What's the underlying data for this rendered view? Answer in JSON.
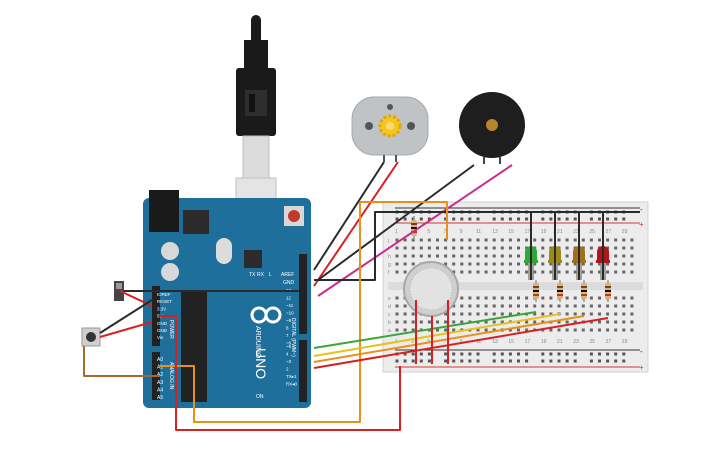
{
  "circuit": {
    "board": {
      "brand": "ARDUINO",
      "model": "UNO",
      "digital_label": "DIGITAL (PWM~)",
      "power_label": "POWER",
      "analog_label": "ANALOG IN",
      "on_label": "ON",
      "tx_label": "TX",
      "rx_label": "RX",
      "l_label": "L",
      "aref": "AREF",
      "gnd": "GND",
      "power_pins": [
        "IOREF",
        "RESET",
        "3.3V",
        "5V",
        "GND",
        "GND",
        "Vin"
      ],
      "analog_pins": [
        "A0",
        "A1",
        "A2",
        "A3",
        "A4",
        "A5"
      ],
      "digital_pins": [
        "13",
        "12",
        "~11",
        "~10",
        "~9",
        "8",
        "7",
        "~6",
        "~5",
        "4",
        "~3",
        "2",
        "TX▸1",
        "RX◂0"
      ]
    },
    "breadboard": {
      "row_letters_top": [
        "j",
        "i",
        "h",
        "g",
        "f"
      ],
      "row_letters_bottom": [
        "e",
        "d",
        "c",
        "b",
        "a"
      ],
      "column_numbers": [
        "1",
        "3",
        "5",
        "7",
        "9",
        "11",
        "13",
        "15",
        "17",
        "19",
        "21",
        "23",
        "25",
        "27",
        "29"
      ],
      "rail_plus": "+",
      "rail_minus": "-"
    },
    "leds": [
      {
        "color": "#2ea836"
      },
      {
        "color": "#9c8a1c"
      },
      {
        "color": "#a0701e"
      },
      {
        "color": "#b0151c"
      }
    ],
    "wire_colors": {
      "black": "#2a2a2a",
      "red": "#d92020",
      "orange": "#e8901a",
      "magenta": "#cc2a8a",
      "green": "#3aa63a",
      "yellow": "#e6c21a",
      "brown": "#a86a2c"
    }
  }
}
